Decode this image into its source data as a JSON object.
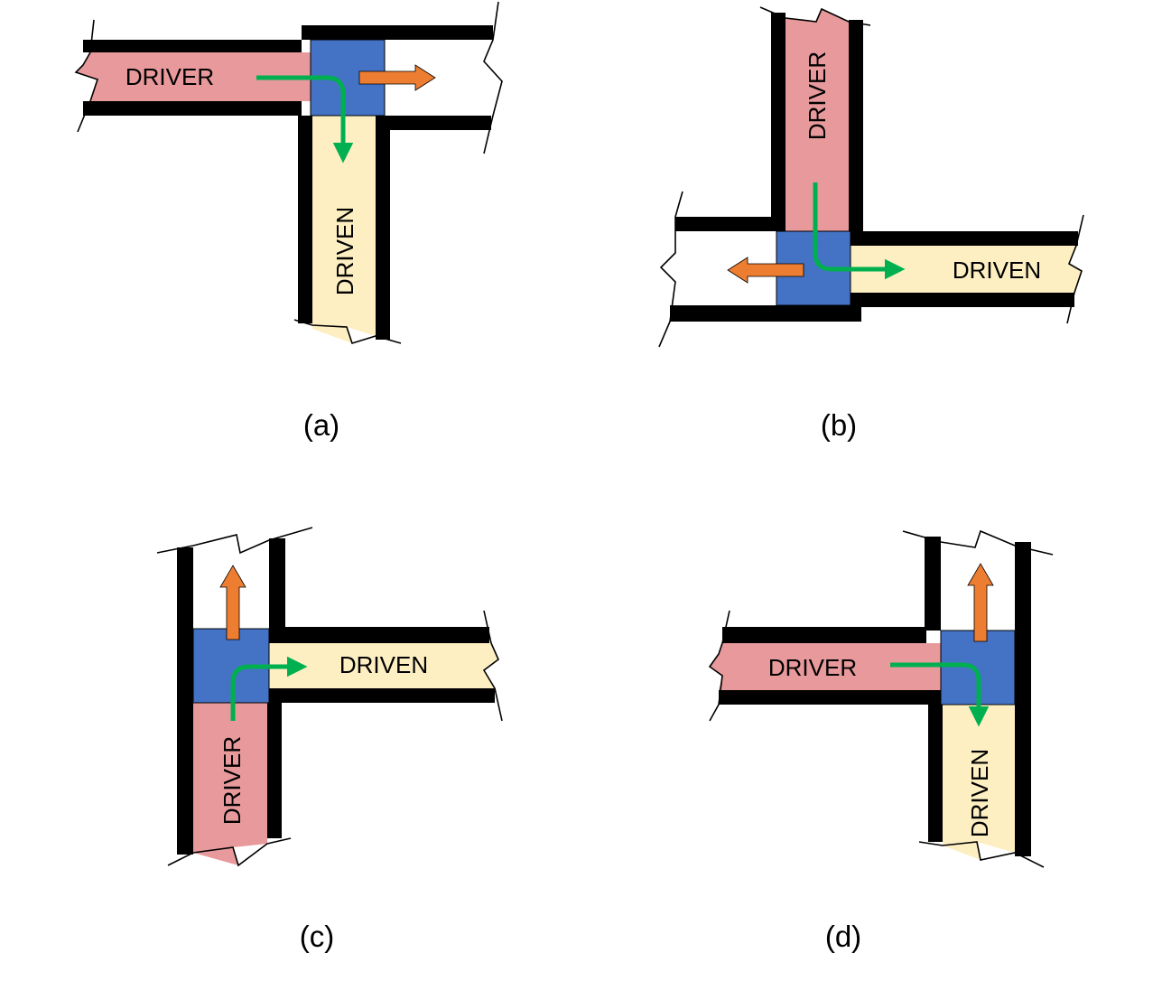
{
  "colors": {
    "driver": "#E8999B",
    "driven": "#FDEFC2",
    "junction": "#4472C4",
    "flow_arrow": "#00B050",
    "push_arrow": "#ED7D31",
    "wall": "#000000",
    "background": "#FFFFFF"
  },
  "panels": [
    {
      "caption": "(a)",
      "driver_label": "DRIVER",
      "driven_label": "DRIVEN"
    },
    {
      "caption": "(b)",
      "driver_label": "DRIVER",
      "driven_label": "DRIVEN"
    },
    {
      "caption": "(c)",
      "driver_label": "DRIVER",
      "driven_label": "DRIVEN"
    },
    {
      "caption": "(d)",
      "driver_label": "DRIVER",
      "driven_label": "DRIVEN"
    }
  ]
}
